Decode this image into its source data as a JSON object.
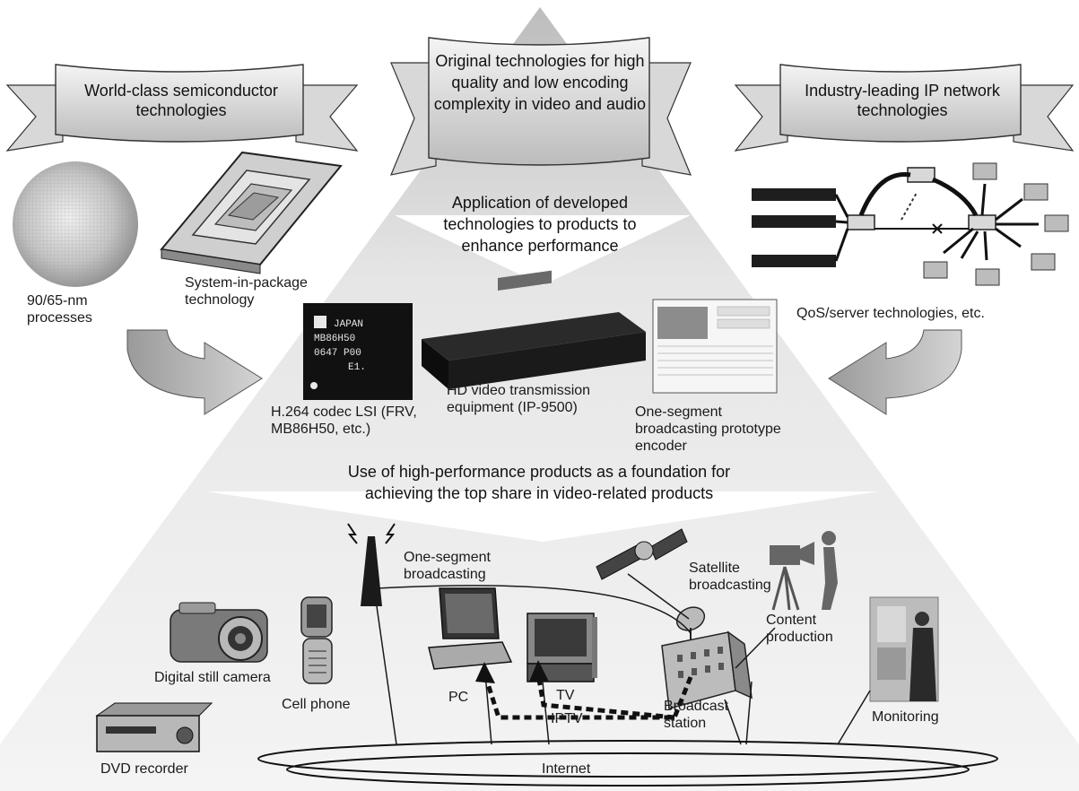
{
  "banners": {
    "left": "World-class semiconductor technologies",
    "center": "Original technologies for high quality and low encoding complexity in video and audio",
    "right": "Industry-leading IP network technologies"
  },
  "application_text": "Application of developed technologies to products to enhance performance",
  "foundation_text": "Use of high-performance products as a foundation for achieving the top share in video-related products",
  "semiconductor": {
    "processes": "90/65-nm processes",
    "sip": "System-in-package technology"
  },
  "chip_marking": [
    "JAPAN",
    "MB86H50",
    "0647 P00",
    "E1."
  ],
  "products": {
    "codec": "H.264 codec LSI (FRV, MB86H50, etc.)",
    "hd": "HD video transmission equipment (IP-9500)",
    "oneseg_encoder": "One-segment broadcasting prototype encoder"
  },
  "network": {
    "qos": "QoS/server technologies, etc."
  },
  "devices": {
    "oneseg": "One-segment broadcasting",
    "satellite": "Satellite broadcasting",
    "content": "Content production",
    "dsc": "Digital still camera",
    "cell": "Cell phone",
    "pc": "PC",
    "tv": "TV",
    "iptv": "IPTV",
    "broadcast": "Broadcast station",
    "monitoring": "Monitoring",
    "dvd": "DVD recorder",
    "internet": "Internet"
  }
}
